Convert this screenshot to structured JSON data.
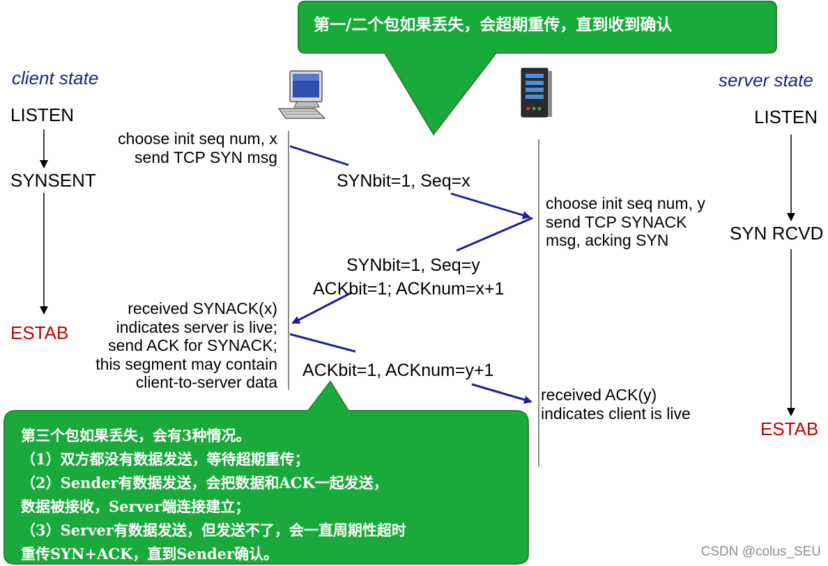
{
  "callout_top": {
    "text": "第一/二个包如果丢失，会超期重传，直到收到确认"
  },
  "client": {
    "title": "client state",
    "states": [
      "LISTEN",
      "SYNSENT",
      "ESTAB"
    ],
    "notes": {
      "syn": [
        "choose init seq num, x",
        "send TCP SYN msg"
      ],
      "synack_recv": [
        "received SYNACK(x)",
        "indicates server is live;",
        "send ACK for SYNACK;",
        "this segment may contain",
        "client-to-server data"
      ]
    }
  },
  "server": {
    "title": "server state",
    "states": [
      "LISTEN",
      "SYN RCVD",
      "ESTAB"
    ],
    "notes": {
      "synack": [
        "choose init seq num, y",
        "send TCP SYNACK",
        "msg, acking SYN"
      ],
      "ack_recv": [
        "received ACK(y)",
        "indicates client is live"
      ]
    }
  },
  "messages": {
    "syn": "SYNbit=1, Seq=x",
    "synack_1": "SYNbit=1, Seq=y",
    "synack_2": "ACKbit=1; ACKnum=x+1",
    "ack": "ACKbit=1, ACKnum=y+1"
  },
  "callout_bottom": {
    "lines": [
      "第三个包如果丢失，会有3种情况。",
      "（1）双方都没有数据发送，等待超期重传；",
      "（2）Sender有数据发送，会把数据和ACK一起发送，",
      "数据被接收，Server端连接建立；",
      "（3）Server有数据发送，但发送不了，会一直周期性超时",
      "重传SYN+ACK，直到Sender确认。"
    ]
  },
  "icons": {
    "client": "desktop-computer-icon",
    "server": "server-tower-icon"
  },
  "colors": {
    "callout_fill": "#1aaa3c",
    "callout_border": "#2e7d32",
    "arrow": "#1f1f99",
    "state_title": "#1a237e",
    "estab": "#c00000"
  },
  "watermark": "CSDN @colus_SEU"
}
